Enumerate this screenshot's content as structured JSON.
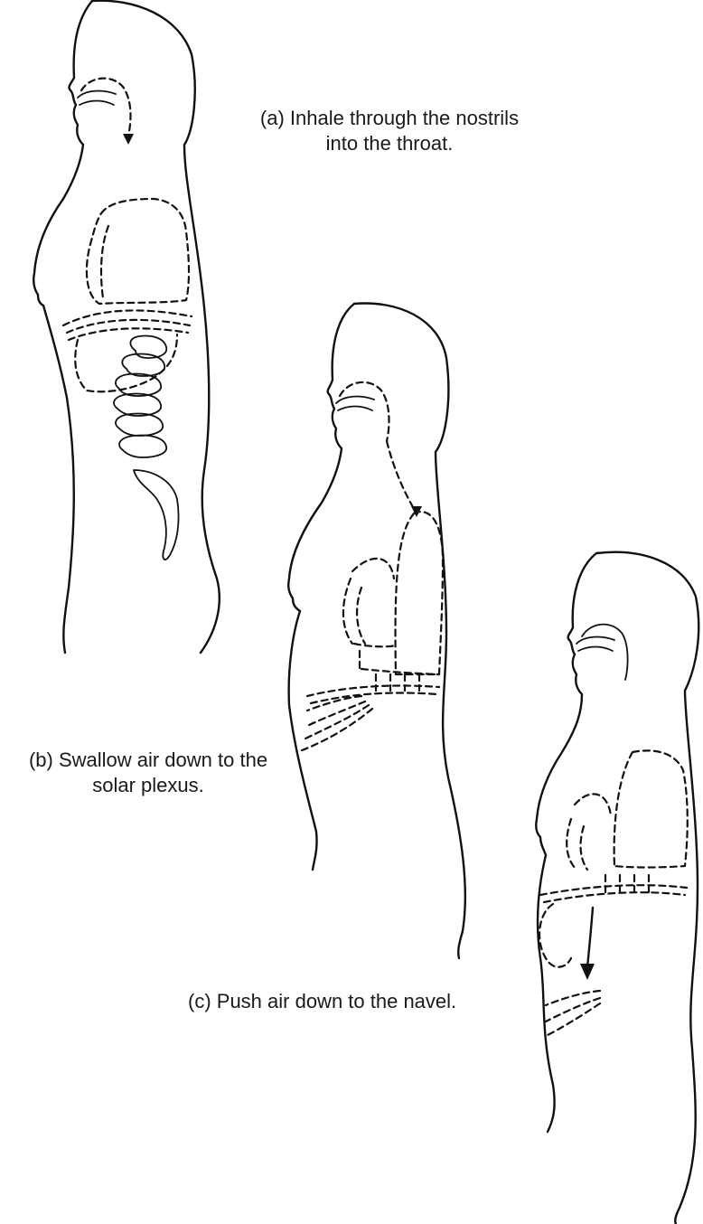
{
  "captions": {
    "a": {
      "line1": "(a)  Inhale through the nostrils",
      "line2": "into the throat."
    },
    "b": {
      "line1": "(b)  Swallow air down to the",
      "line2": "solar plexus."
    },
    "c": {
      "line1": "(c) Push air down to the navel."
    }
  },
  "colors": {
    "ink": "#111111",
    "background": "#ffffff"
  }
}
